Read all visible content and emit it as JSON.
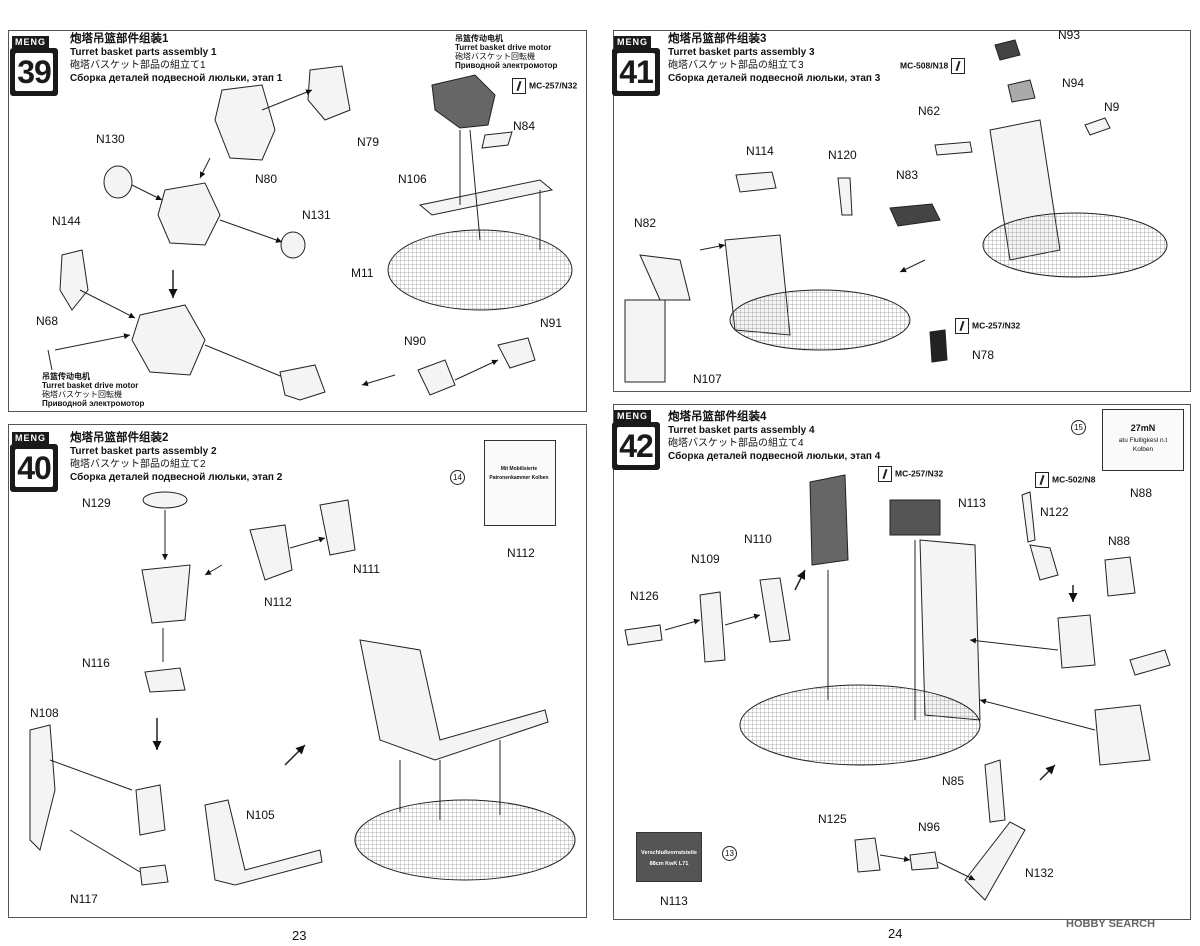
{
  "page_numbers": {
    "left": "23",
    "right": "24"
  },
  "brand": "MENG",
  "steps": [
    {
      "number": "39",
      "title_cn": "炮塔吊篮部件组装1",
      "title_en": "Turret basket parts assembly 1",
      "title_jp": "砲塔バスケット部品の組立て1",
      "title_ru": "Сборка деталей подвесной люльки, этап 1"
    },
    {
      "number": "40",
      "title_cn": "炮塔吊篮部件组装2",
      "title_en": "Turret basket parts assembly 2",
      "title_jp": "砲塔バスケット部品の組立て2",
      "title_ru": "Сборка деталей подвесной люльки, этап 2"
    },
    {
      "number": "41",
      "title_cn": "炮塔吊篮部件组装3",
      "title_en": "Turret basket parts assembly 3",
      "title_jp": "砲塔バスケット部品の組立て3",
      "title_ru": "Сборка деталей подвесной люльки, этап 3"
    },
    {
      "number": "42",
      "title_cn": "炮塔吊篮部件组装4",
      "title_en": "Turret basket parts assembly 4",
      "title_jp": "砲塔バスケット部品の組立て4",
      "title_ru": "Сборка деталей подвесной люльки, этап 4"
    }
  ],
  "motor_note": {
    "cn": "吊篮传动电机",
    "en": "Turret basket drive motor",
    "jp": "砲塔バスケット回転機",
    "ru": "Приводной электромотор"
  },
  "paints": {
    "p1": "MC-257/N32",
    "p2": "MC-508/N18",
    "p3": "MC-257/N32",
    "p4": "MC-257/N32",
    "p5": "MC-502/N8"
  },
  "parts_39": {
    "n79": "N79",
    "n80": "N80",
    "n130": "N130",
    "n131": "N131",
    "n144": "N144",
    "n68": "N68",
    "n84": "N84",
    "n106": "N106",
    "m11": "M11",
    "n90": "N90",
    "n91": "N91"
  },
  "parts_40": {
    "n129": "N129",
    "n111": "N111",
    "n112": "N112",
    "n112b": "N112",
    "n116": "N116",
    "n108": "N108",
    "n105": "N105",
    "n117": "N117"
  },
  "parts_41": {
    "n93": "N93",
    "n94": "N94",
    "n62": "N62",
    "n9": "N9",
    "n114": "N114",
    "n120": "N120",
    "n83": "N83",
    "n82": "N82",
    "n78": "N78",
    "n107": "N107"
  },
  "parts_42": {
    "n113": "N113",
    "n122": "N122",
    "n88": "N88",
    "n88b": "N88",
    "n110": "N110",
    "n109": "N109",
    "n126": "N126",
    "n85": "N85",
    "n125": "N125",
    "n96": "N96",
    "n132": "N132",
    "n113b": "N113"
  },
  "decals": {
    "d14": "14",
    "d14_text": "Mit Mobilisierte Patronenkammer Kolben",
    "d15": "15",
    "d15_l1": "27mN",
    "d15_l2": "atu Flulligkesl n.t",
    "d15_l3": "Kolben",
    "d13": "13",
    "d13_l1": "Verschlußvorratsteile",
    "d13_l2": "88cm KwK L71"
  },
  "watermark": "HOBBY SEARCH"
}
